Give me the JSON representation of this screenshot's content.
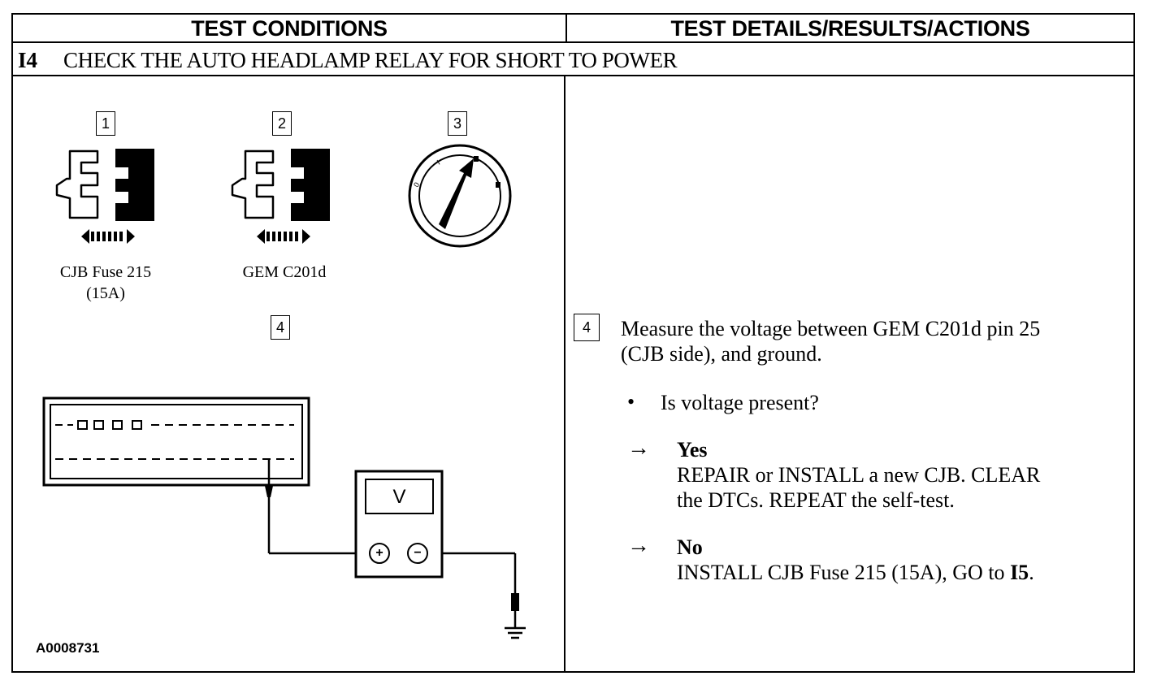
{
  "header": {
    "left": "TEST CONDITIONS",
    "right": "TEST DETAILS/RESULTS/ACTIONS"
  },
  "step": {
    "number": "I4",
    "title": "CHECK THE AUTO HEADLAMP RELAY FOR SHORT TO POWER"
  },
  "conditions": {
    "item1": {
      "label": "1",
      "caption_line1": "CJB Fuse 215",
      "caption_line2": "(15A)"
    },
    "item2": {
      "label": "2",
      "caption_line1": "GEM C201d"
    },
    "item3": {
      "label": "3"
    },
    "item4": {
      "label": "4"
    },
    "meter_symbol": "V",
    "plus_symbol": "+",
    "minus_symbol": "−",
    "art_id": "A0008731"
  },
  "details": {
    "step_label": "4",
    "instruction_line1": "Measure the voltage between GEM C201d pin 25",
    "instruction_line2": "(CJB side), and ground.",
    "bullet_symbol": "•",
    "question": "Is voltage present?",
    "arrow_symbol": "→",
    "yes": {
      "label": "Yes",
      "line1": "REPAIR or INSTALL a new CJB. CLEAR",
      "line2": "the DTCs. REPEAT the self-test."
    },
    "no": {
      "label": "No",
      "line1_prefix": "INSTALL CJB Fuse 215 (15A), GO to ",
      "line1_target": "I5",
      "line1_suffix": "."
    }
  }
}
